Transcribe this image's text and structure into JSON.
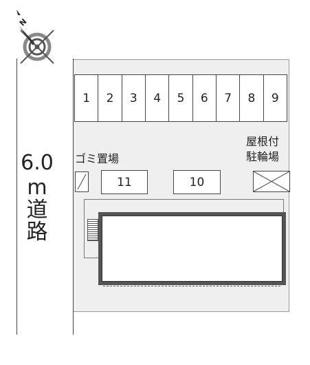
{
  "compass": {
    "north_label": "N",
    "icon": "compass-rose-icon"
  },
  "road": {
    "width": "6.0",
    "unit": "m",
    "line1": "道",
    "line2": "路"
  },
  "parking_spaces": [
    "1",
    "2",
    "3",
    "4",
    "5",
    "6",
    "7",
    "8",
    "9"
  ],
  "garbage": {
    "label": "ゴミ置場"
  },
  "extra_spaces": {
    "space_11": "11",
    "space_10": "10"
  },
  "bike_parking": {
    "line1": "屋根付",
    "line2": "駐輪場"
  }
}
